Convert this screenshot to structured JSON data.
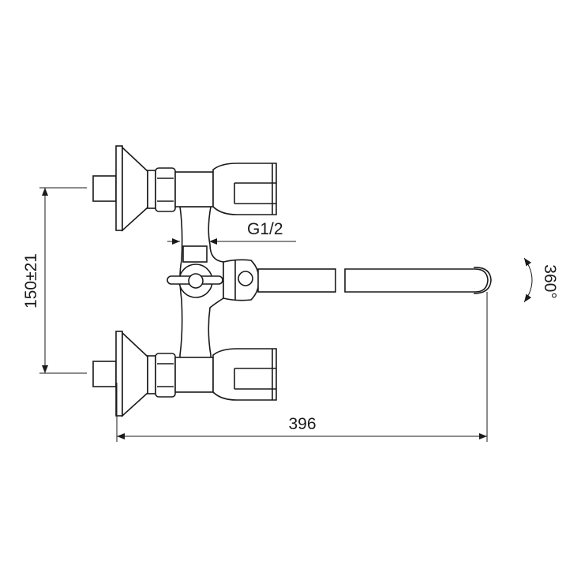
{
  "drawing": {
    "dimensions": {
      "thread": "G1/2",
      "centers": "150±21",
      "length": "396",
      "rotation": "360°"
    },
    "colors": {
      "line": "#1a1a1a",
      "background": "#ffffff"
    }
  }
}
